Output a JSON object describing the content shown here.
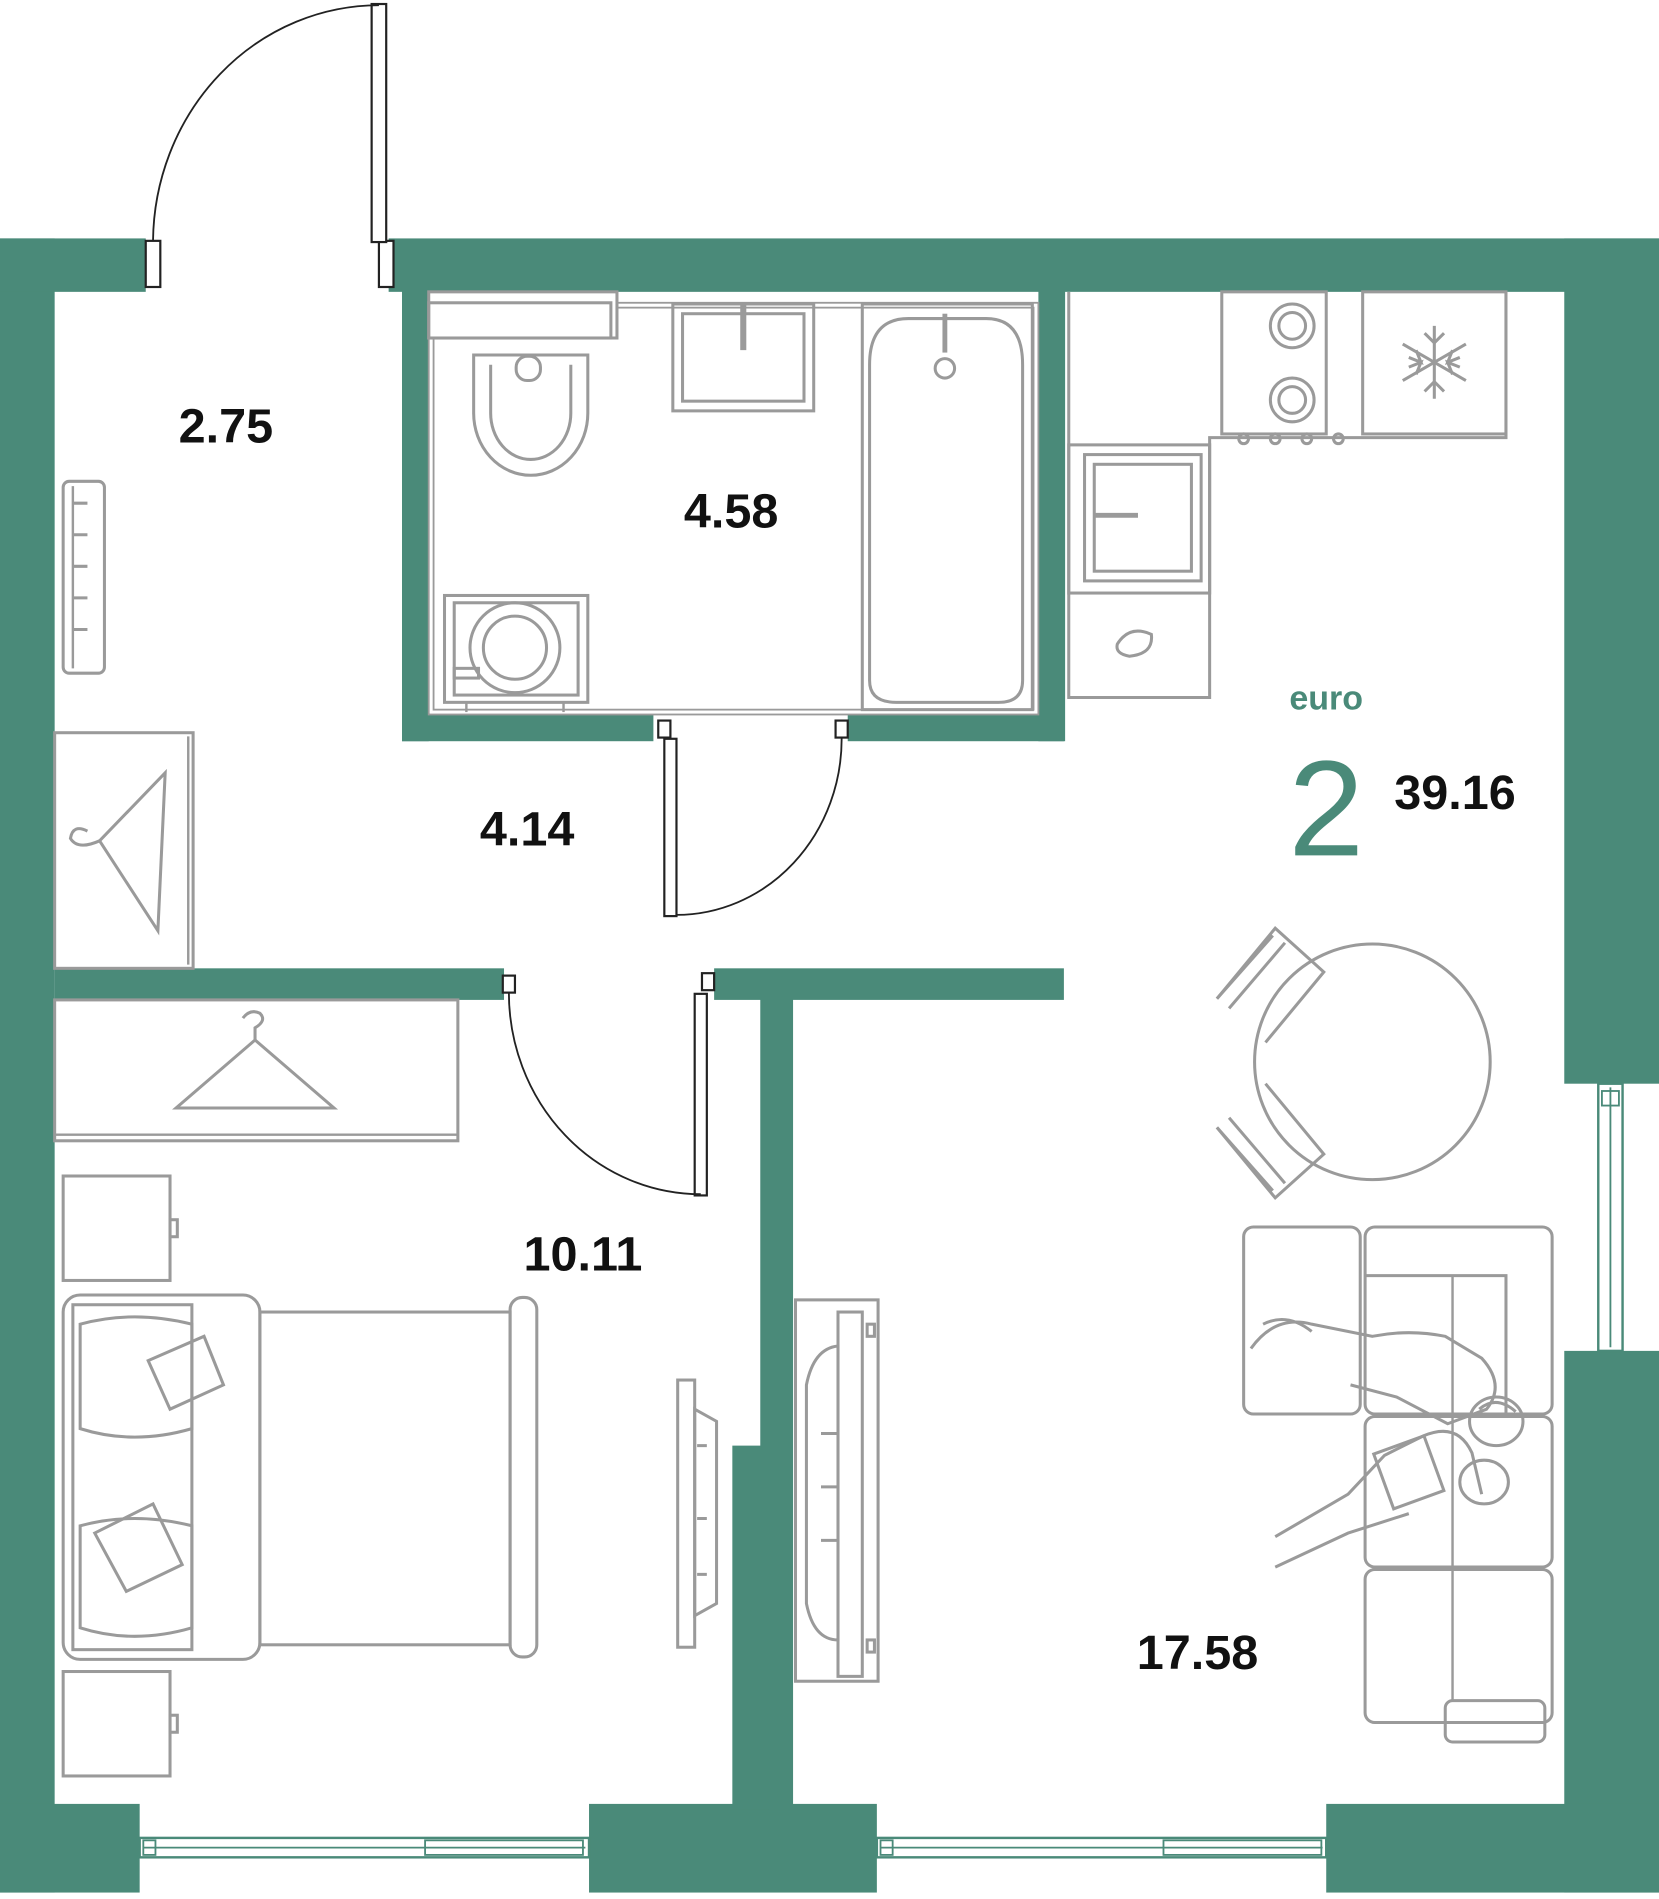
{
  "colors": {
    "wall": "#4a8a79",
    "accent": "#4a8a79",
    "furniture": "#9a9a9a",
    "label": "#111111"
  },
  "apartment": {
    "type_word": "euro",
    "rooms": "2",
    "total_area": "39.16"
  },
  "rooms": {
    "vestibule": {
      "area": "2.75"
    },
    "bathroom": {
      "area": "4.58"
    },
    "hall": {
      "area": "4.14"
    },
    "bedroom": {
      "area": "10.11"
    },
    "kitchen_living": {
      "area": "17.58"
    }
  },
  "icons": {
    "fridge": "snowflake-icon",
    "wardrobe": "hanger-icon"
  }
}
